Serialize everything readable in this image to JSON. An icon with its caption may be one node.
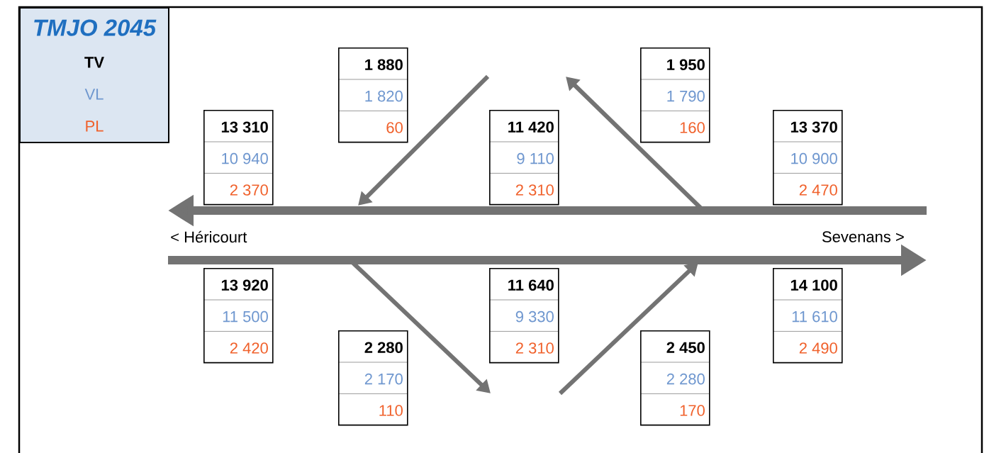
{
  "diagram": {
    "nodes": [
      {
        "text": [
          "TMJO 2045",
          "TV",
          "VL",
          "PL"
        ]
      },
      {
        "text": [
          "1 880",
          "1 820",
          "60"
        ]
      },
      {
        "text": [
          "1 950",
          "1 790",
          "160"
        ]
      },
      {
        "text": [
          "13 310",
          "10 940",
          "2 370"
        ]
      },
      {
        "text": [
          "11 420",
          "9 110",
          "2 310"
        ]
      },
      {
        "text": [
          "13 370",
          "10 900",
          "2 470"
        ]
      },
      {
        "text": [
          "13 920",
          "11 500",
          "2 420"
        ]
      },
      {
        "text": [
          "11 640",
          "9 330",
          "2 310"
        ]
      },
      {
        "text": [
          "14 100",
          "11 610",
          "2 490"
        ]
      },
      {
        "text": [
          "2 280",
          "2 170",
          "110"
        ]
      },
      {
        "text": [
          "2 450",
          "2 280",
          "170"
        ]
      }
    ],
    "labels": [
      "< Héricourt",
      "Sevenans >"
    ]
  }
}
